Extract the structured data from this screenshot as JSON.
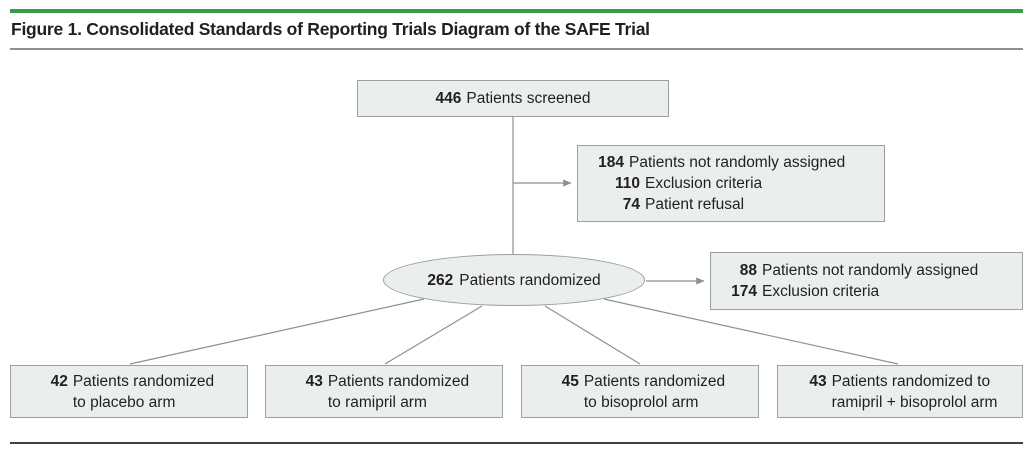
{
  "figure": {
    "title": "Figure 1. Consolidated Standards of Reporting Trials Diagram of the SAFE Trial",
    "rule_color_top": "#3d9c49",
    "rule_color_title": "#8e9192",
    "rule_color_bottom": "#3f4243",
    "node_fill": "#eaefee",
    "node_border": "#9b9fa0",
    "connector_color": "#8c9091"
  },
  "nodes": {
    "screened": {
      "rows": [
        {
          "num": "446",
          "text": "Patients screened"
        }
      ]
    },
    "not_randomized_screening": {
      "rows": [
        {
          "num": "184",
          "text": "Patients not randomly assigned"
        },
        {
          "num": "110",
          "text": "Exclusion criteria"
        },
        {
          "num": "74",
          "text": "Patient refusal"
        }
      ]
    },
    "randomized": {
      "rows": [
        {
          "num": "262",
          "text": "Patients randomized"
        }
      ]
    },
    "not_randomized_second": {
      "rows": [
        {
          "num": "88",
          "text": "Patients not randomly assigned"
        },
        {
          "num": "174",
          "text": "Exclusion criteria"
        }
      ]
    },
    "arm_placebo": {
      "rows": [
        {
          "num": "42",
          "text": "Patients randomized"
        },
        {
          "num": "",
          "text": "to placebo arm"
        }
      ]
    },
    "arm_ramipril": {
      "rows": [
        {
          "num": "43",
          "text": "Patients randomized"
        },
        {
          "num": "",
          "text": "to ramipril arm"
        }
      ]
    },
    "arm_bisoprolol": {
      "rows": [
        {
          "num": "45",
          "text": "Patients randomized"
        },
        {
          "num": "",
          "text": "to bisoprolol arm"
        }
      ]
    },
    "arm_combination": {
      "rows": [
        {
          "num": "43",
          "text": "Patients randomized to"
        },
        {
          "num": "",
          "text": "ramipril + bisoprolol arm"
        }
      ]
    }
  }
}
